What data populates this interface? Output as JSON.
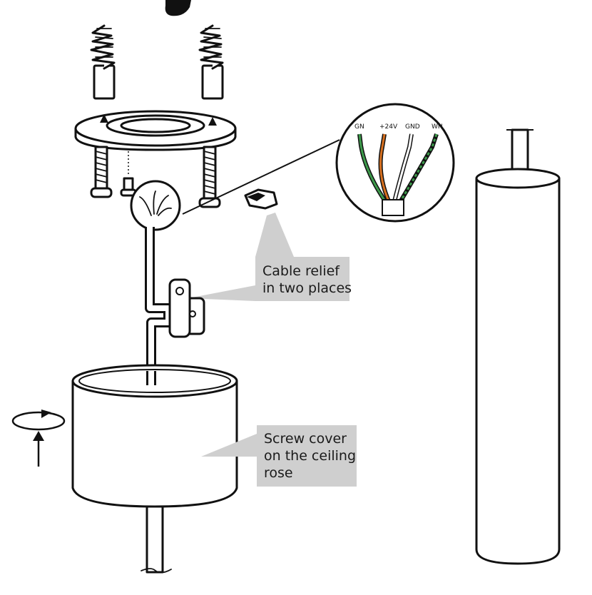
{
  "callouts": {
    "cable_relief": [
      "Cable relief",
      "in two places"
    ],
    "screw_cover": [
      "Screw cover",
      "on the ceiling",
      "rose"
    ]
  },
  "wire_labels": [
    "GN",
    "+24V",
    "GND",
    "WH"
  ],
  "colors": {
    "callout_bg": "#cfcfcf",
    "wire_green": "#3d9a4b",
    "wire_orange": "#d8701f",
    "ink": "#111111"
  },
  "icons": {
    "rotate": "rotate-arrow-icon",
    "up": "up-arrow-icon"
  }
}
